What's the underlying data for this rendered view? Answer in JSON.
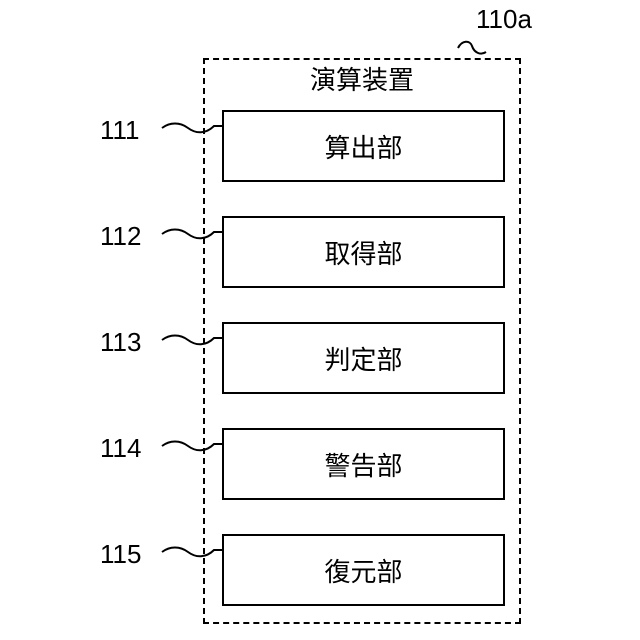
{
  "container": {
    "ref": "110a",
    "title": "演算装置"
  },
  "units": [
    {
      "ref": "111",
      "label": "算出部"
    },
    {
      "ref": "112",
      "label": "取得部"
    },
    {
      "ref": "113",
      "label": "判定部"
    },
    {
      "ref": "114",
      "label": "警告部"
    },
    {
      "ref": "115",
      "label": "復元部"
    }
  ]
}
